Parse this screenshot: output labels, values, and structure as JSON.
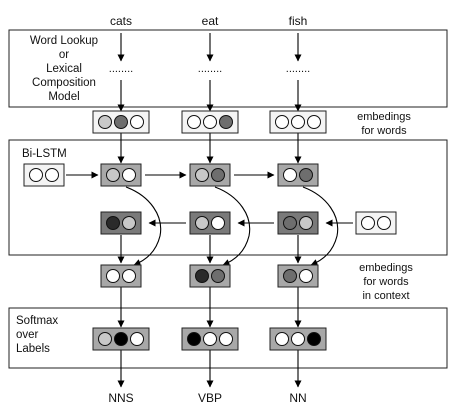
{
  "words": [
    "cats",
    "eat",
    "fish"
  ],
  "tags": [
    "NNS",
    "VBP",
    "NN"
  ],
  "panels": {
    "lookup": [
      "Word Lookup",
      "or",
      "Lexical",
      "Composition",
      "Model"
    ],
    "bilstm": "Bi-LSTM",
    "softmax": [
      "Softmax",
      "over",
      "Labels"
    ]
  },
  "placeholder": "........",
  "side_labels": {
    "word_embeddings": [
      "embedings",
      "for words"
    ],
    "context_embeddings": [
      "embedings",
      "for words",
      "in context"
    ]
  },
  "colors": {
    "white": "#ffffff",
    "light": "#c8c8c8",
    "mid": "#6e6e6e",
    "dark": "#2a2a2a",
    "black": "#000000"
  },
  "vectors": {
    "word_embeddings": [
      [
        "light",
        "mid",
        "white"
      ],
      [
        "white",
        "white",
        "mid"
      ],
      [
        "white",
        "white",
        "white"
      ]
    ],
    "lstm_init_forward": [
      "white",
      "white"
    ],
    "lstm_forward": [
      [
        "light",
        "white"
      ],
      [
        "light",
        "mid"
      ],
      [
        "white",
        "mid"
      ]
    ],
    "lstm_backward": [
      [
        "dark",
        "light"
      ],
      [
        "light",
        "white"
      ],
      [
        "mid",
        "light"
      ]
    ],
    "lstm_init_backward": [
      "white",
      "white"
    ],
    "context_embeddings": [
      [
        "white",
        "white"
      ],
      [
        "dark",
        "mid"
      ],
      [
        "mid",
        "white"
      ]
    ],
    "label_scores": [
      [
        "light",
        "black",
        "white"
      ],
      [
        "black",
        "white",
        "white"
      ],
      [
        "white",
        "white",
        "black"
      ]
    ]
  }
}
